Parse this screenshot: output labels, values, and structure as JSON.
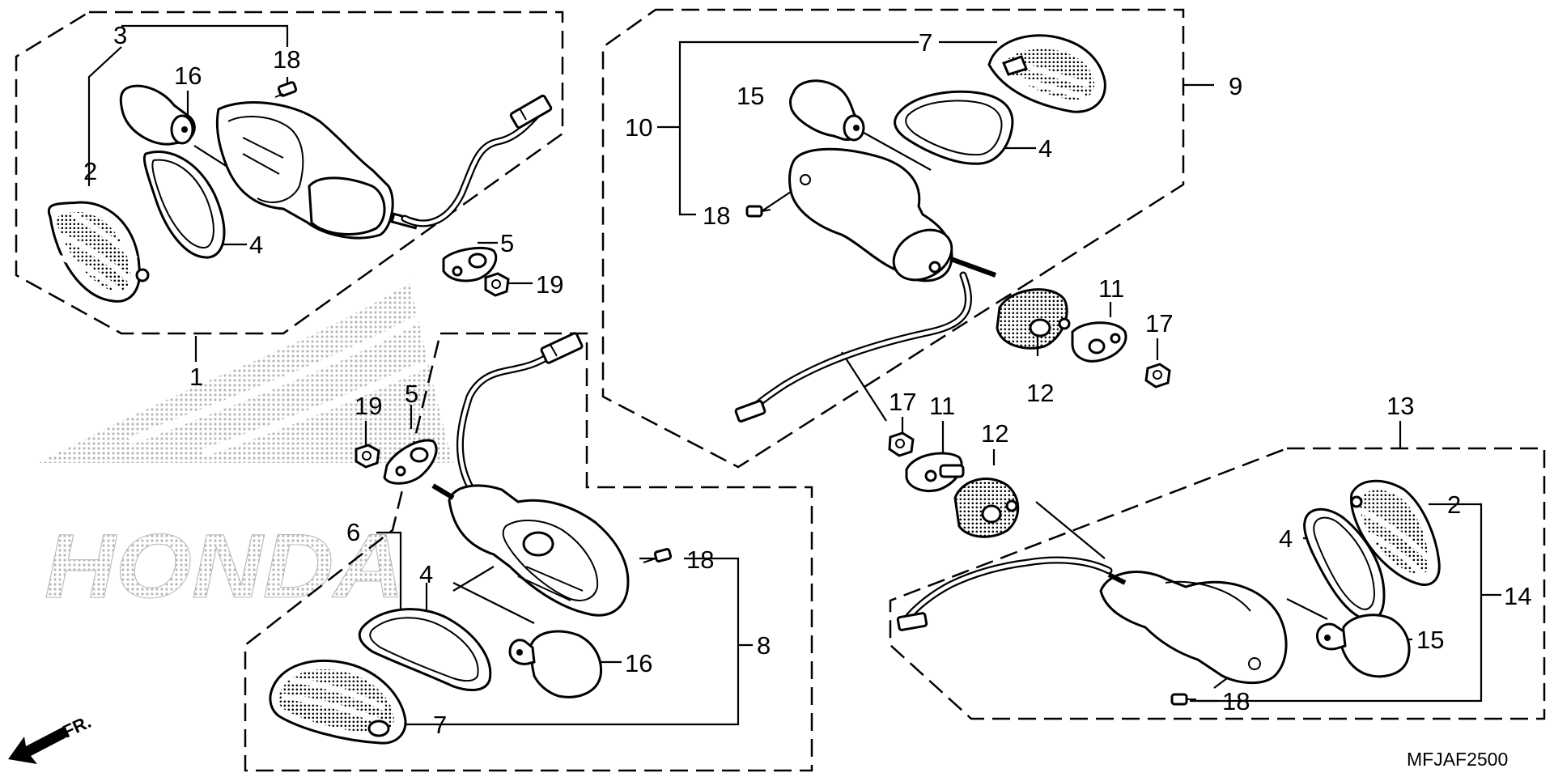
{
  "diagram": {
    "code": "MFJAF2500",
    "direction_label": "FR.",
    "watermark": "HONDA",
    "colors": {
      "ink": "#000000",
      "background": "#ffffff",
      "watermark": "#b8b8b8"
    },
    "labels": [
      {
        "id": "l1",
        "text": "1"
      },
      {
        "id": "l2a",
        "text": "2"
      },
      {
        "id": "l3",
        "text": "3"
      },
      {
        "id": "l4a",
        "text": "4"
      },
      {
        "id": "l5a",
        "text": "5"
      },
      {
        "id": "l16a",
        "text": "16"
      },
      {
        "id": "l18a",
        "text": "18"
      },
      {
        "id": "l19a",
        "text": "19"
      },
      {
        "id": "l7a",
        "text": "7"
      },
      {
        "id": "l9",
        "text": "9"
      },
      {
        "id": "l10",
        "text": "10"
      },
      {
        "id": "l15a",
        "text": "15"
      },
      {
        "id": "l4b",
        "text": "4"
      },
      {
        "id": "l18b",
        "text": "18"
      },
      {
        "id": "l11a",
        "text": "11"
      },
      {
        "id": "l17a",
        "text": "17"
      },
      {
        "id": "l12a",
        "text": "12"
      },
      {
        "id": "l19b",
        "text": "19"
      },
      {
        "id": "l5b",
        "text": "5"
      },
      {
        "id": "l6",
        "text": "6"
      },
      {
        "id": "l4c",
        "text": "4"
      },
      {
        "id": "l18c",
        "text": "18"
      },
      {
        "id": "l8",
        "text": "8"
      },
      {
        "id": "l16b",
        "text": "16"
      },
      {
        "id": "l7b",
        "text": "7"
      },
      {
        "id": "l17b",
        "text": "17"
      },
      {
        "id": "l11b",
        "text": "11"
      },
      {
        "id": "l12b",
        "text": "12"
      },
      {
        "id": "l13",
        "text": "13"
      },
      {
        "id": "l2b",
        "text": "2"
      },
      {
        "id": "l4d",
        "text": "4"
      },
      {
        "id": "l14",
        "text": "14"
      },
      {
        "id": "l15b",
        "text": "15"
      },
      {
        "id": "l18d",
        "text": "18"
      }
    ]
  }
}
